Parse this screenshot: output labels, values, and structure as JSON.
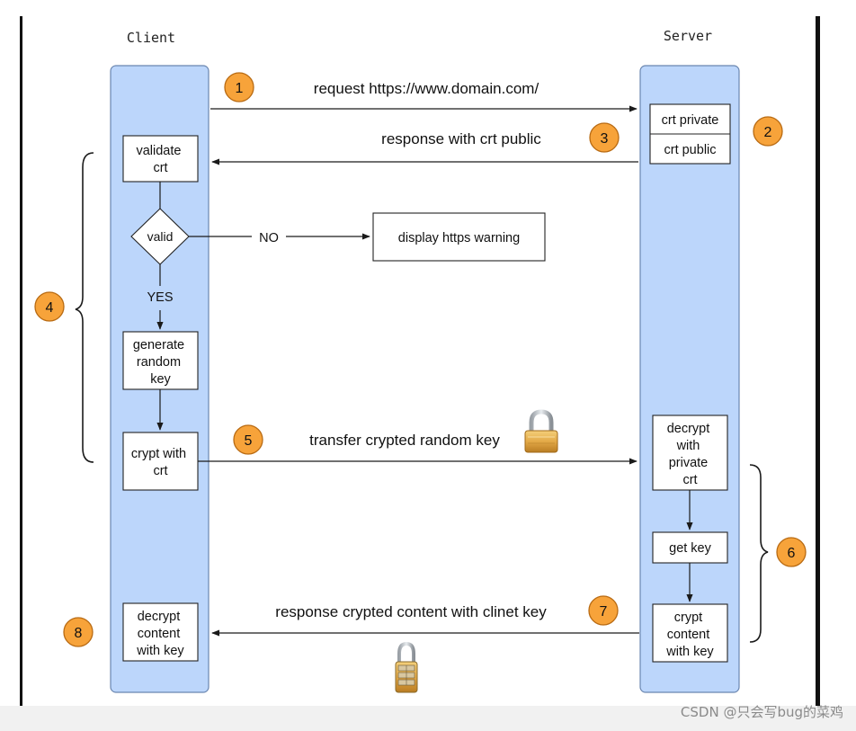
{
  "lanes": {
    "client_label": "Client",
    "server_label": "Server"
  },
  "client_boxes": {
    "validate": [
      "validate",
      "crt"
    ],
    "valid_decision": "valid",
    "generate": [
      "generate",
      "random",
      "key"
    ],
    "crypt": [
      "crypt with",
      "crt"
    ],
    "decrypt": [
      "decrypt",
      "content",
      "with key"
    ]
  },
  "server_boxes": {
    "crt_private": "crt private",
    "crt_public": "crt public",
    "decrypt": [
      "decrypt",
      "with",
      "private",
      "crt"
    ],
    "get_key": "get key",
    "crypt": [
      "crypt",
      "content",
      "with key"
    ]
  },
  "warning_box": "display https warning",
  "labels": {
    "no": "NO",
    "yes": "YES",
    "request": "request https://www.domain.com/",
    "response_public": "response with crt public",
    "transfer": "transfer crypted random key",
    "response_content": "response crypted content with clinet key"
  },
  "steps": [
    "1",
    "2",
    "3",
    "4",
    "5",
    "6",
    "7",
    "8"
  ],
  "colors": {
    "lane_fill": "#bcd6fb",
    "lane_stroke": "#6a86b0",
    "badge_fill": "#f7a33a",
    "badge_stroke": "#b86a12",
    "line": "#1a1a1a"
  },
  "icons": [
    "lock-closed-icon",
    "combination-lock-icon"
  ],
  "watermark": "CSDN @只会写bug的菜鸡"
}
